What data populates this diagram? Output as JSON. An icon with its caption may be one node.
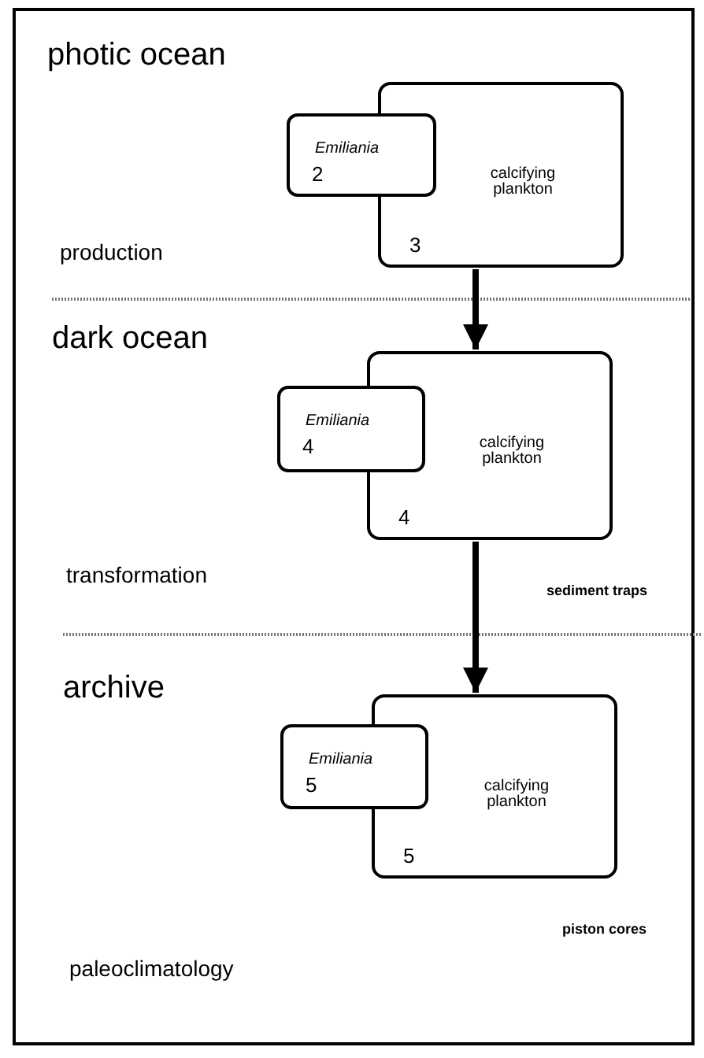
{
  "diagram": {
    "nodes": [
      {
        "text": [
          "calcifying plankton",
          "3"
        ]
      },
      {
        "text": [
          "Emiliania",
          "2"
        ]
      },
      {
        "text": [
          "calcifying plankton",
          "4"
        ]
      },
      {
        "text": [
          "Emiliania",
          "4"
        ]
      },
      {
        "text": [
          "calcifying plankton",
          "5"
        ]
      },
      {
        "text": [
          "Emiliania",
          "5"
        ]
      }
    ],
    "edges": [
      {
        "from": 0,
        "to": 2,
        "arrow": "to"
      },
      {
        "from": 2,
        "to": 4,
        "arrow": "to"
      }
    ],
    "labels": [
      "photic ocean",
      "production",
      "dark ocean",
      "transformation",
      "sediment traps",
      "archive",
      "piston cores",
      "paleoclimatology"
    ]
  }
}
